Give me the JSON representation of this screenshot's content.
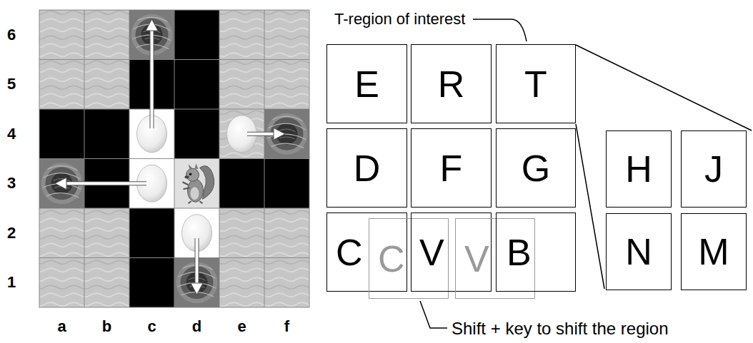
{
  "diagram": {
    "nodes": [
      {
        "text": [
          "E"
        ]
      },
      {
        "text": [
          "R"
        ]
      },
      {
        "text": [
          "T"
        ]
      },
      {
        "text": [
          "D"
        ]
      },
      {
        "text": [
          "F"
        ]
      },
      {
        "text": [
          "G"
        ]
      },
      {
        "text": [
          "C"
        ]
      },
      {
        "text": [
          "C"
        ]
      },
      {
        "text": [
          "V"
        ]
      },
      {
        "text": [
          "V"
        ]
      },
      {
        "text": [
          "B"
        ]
      },
      {
        "text": [
          "H"
        ]
      },
      {
        "text": [
          "J"
        ]
      },
      {
        "text": [
          "N"
        ]
      },
      {
        "text": [
          "M"
        ]
      }
    ],
    "labels": [
      "6",
      "5",
      "4",
      "3",
      "2",
      "1",
      "a",
      "b",
      "c",
      "d",
      "e",
      "f",
      "T-region of interest",
      "Shift + key to shift the region"
    ]
  }
}
